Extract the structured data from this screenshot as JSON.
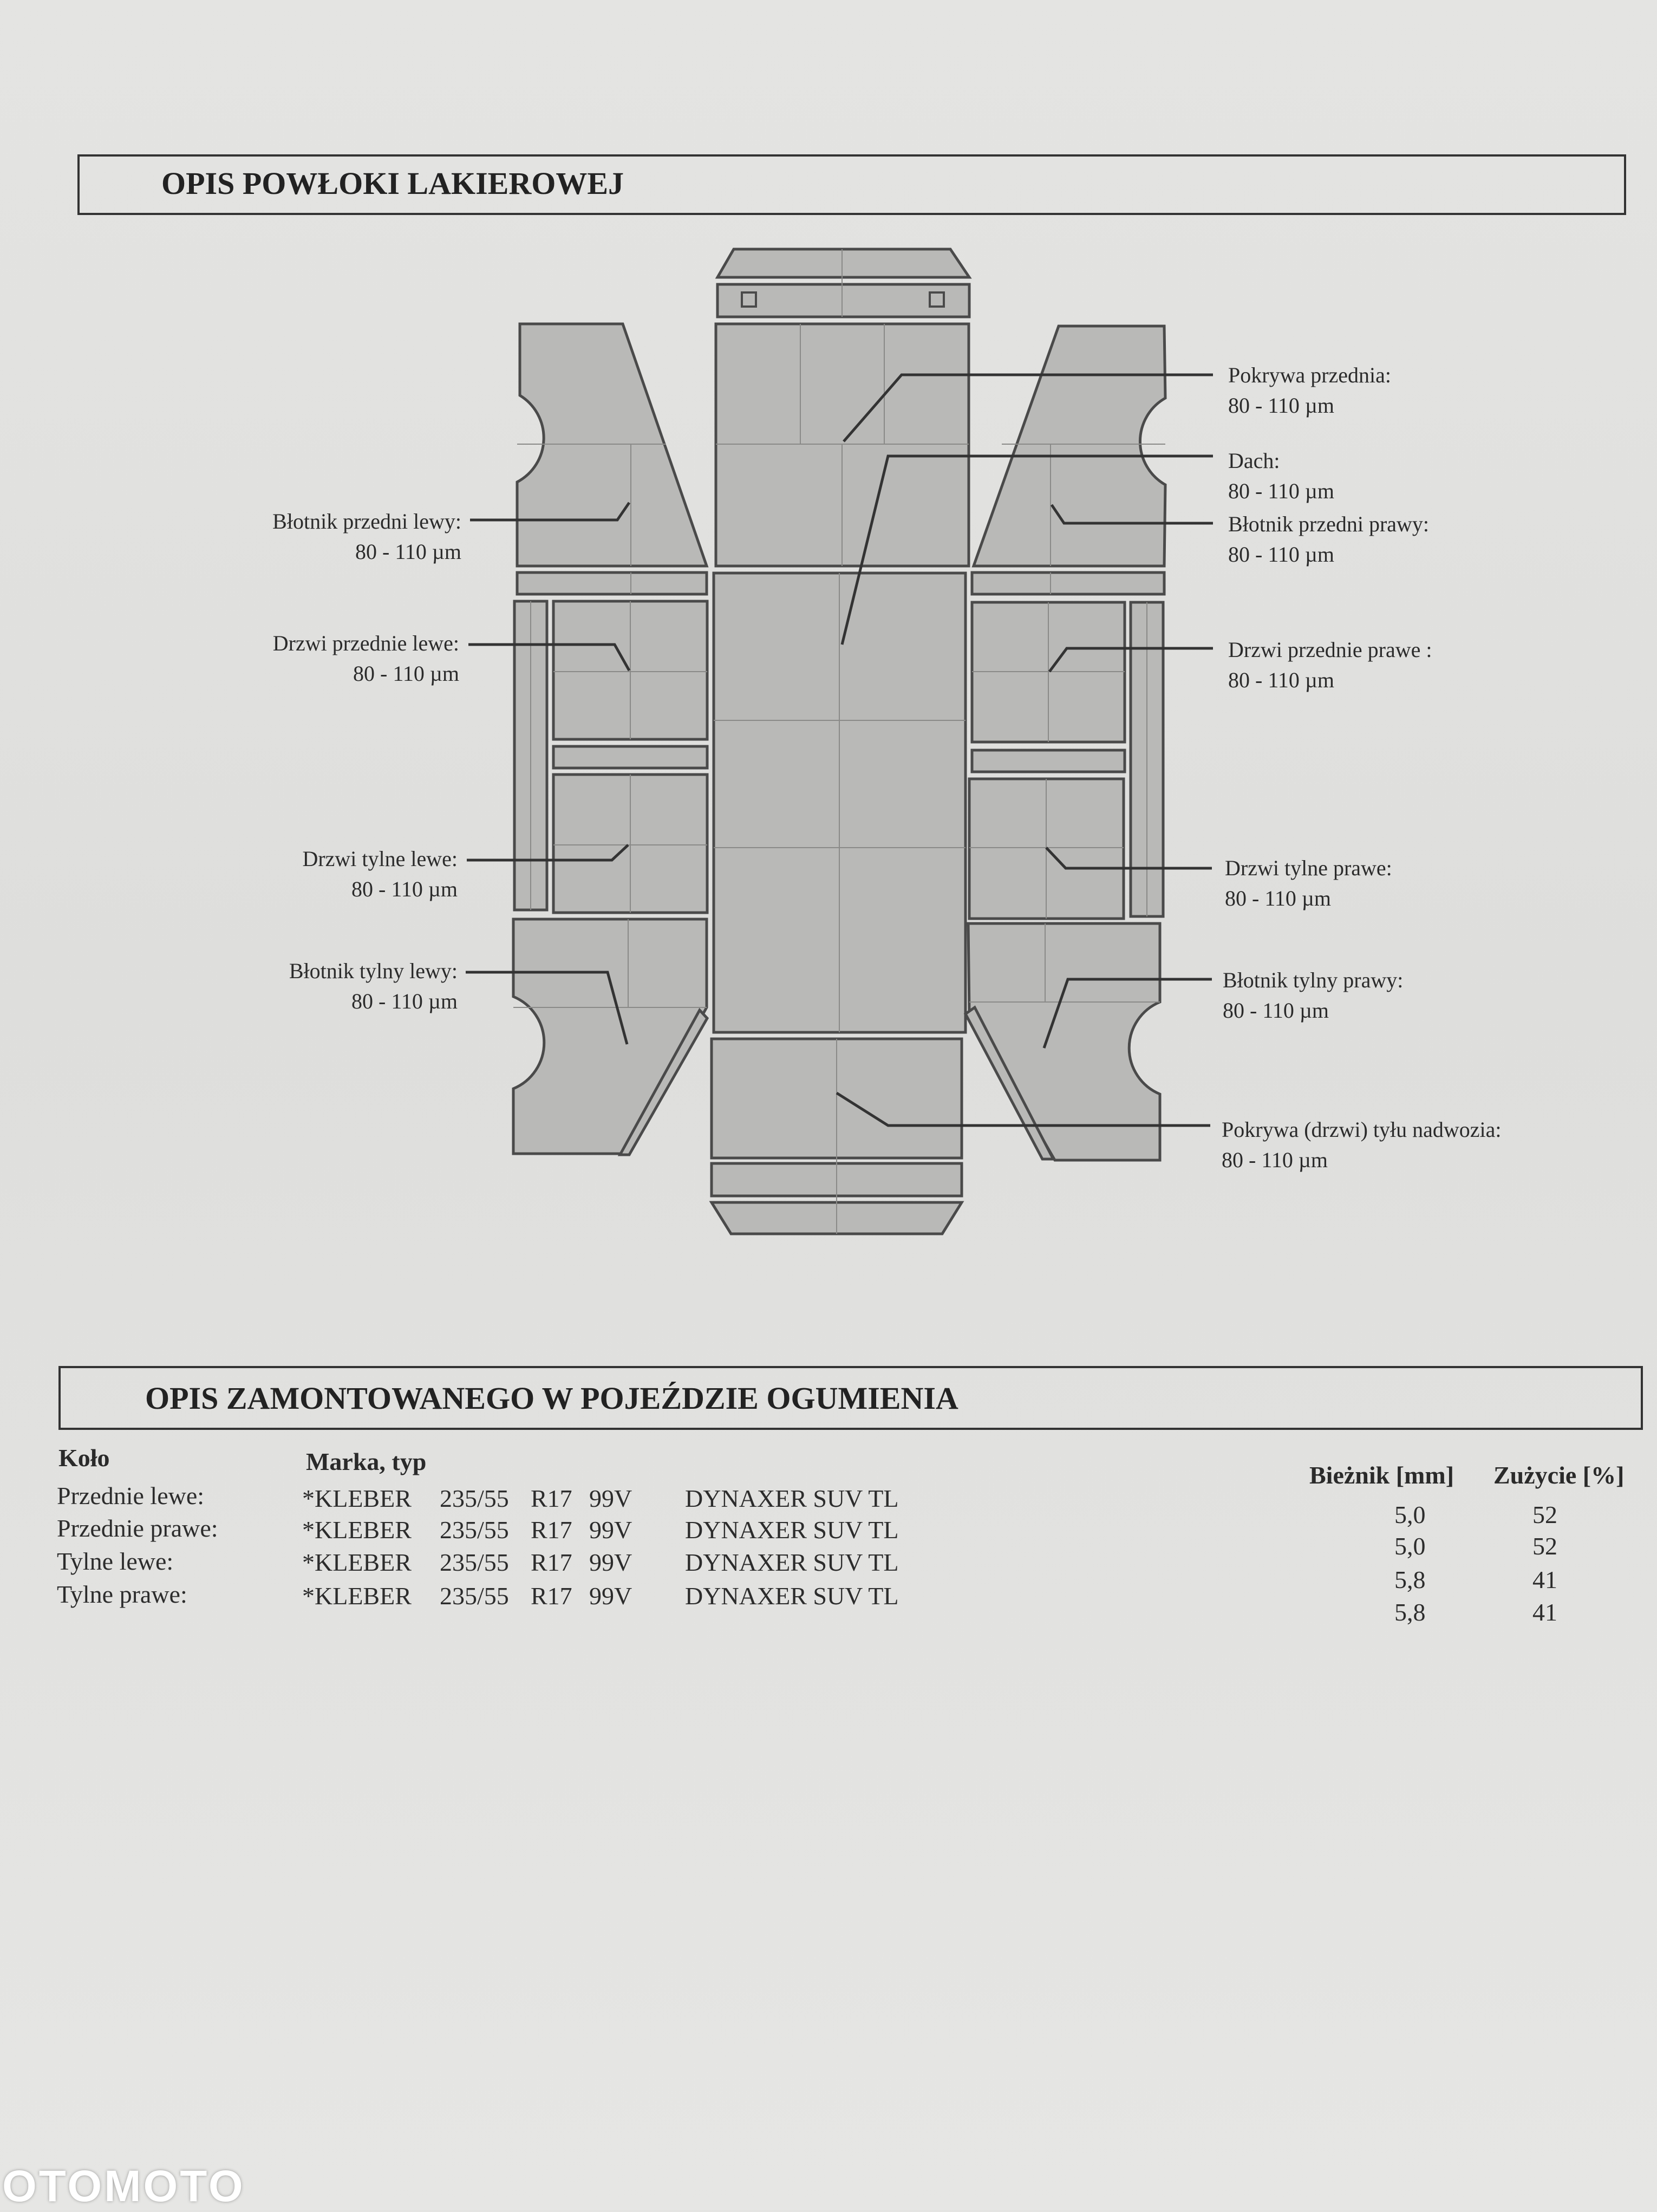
{
  "paint": {
    "title": "OPIS POWŁOKI LAKIEROWEJ",
    "labels": {
      "front_hood": {
        "name": "Pokrywa przednia:",
        "value": "80 - 110 µm"
      },
      "roof": {
        "name": "Dach:",
        "value": "80 - 110 µm"
      },
      "front_fender_left": {
        "name": "Błotnik przedni lewy:",
        "value": "80 - 110 µm"
      },
      "front_fender_right": {
        "name": "Błotnik przedni prawy:",
        "value": "80 - 110 µm"
      },
      "front_door_left": {
        "name": "Drzwi przednie lewe:",
        "value": "80 - 110 µm"
      },
      "front_door_right": {
        "name": "Drzwi przednie prawe :",
        "value": "80 - 110 µm"
      },
      "rear_door_left": {
        "name": "Drzwi tylne lewe:",
        "value": "80 - 110 µm"
      },
      "rear_door_right": {
        "name": "Drzwi tylne prawe:",
        "value": "80 - 110 µm"
      },
      "rear_fender_left": {
        "name": "Błotnik tylny lewy:",
        "value": "80 - 110 µm"
      },
      "rear_fender_right": {
        "name": "Błotnik tylny prawy:",
        "value": "80 - 110 µm"
      },
      "trunk": {
        "name": "Pokrywa (drzwi) tyłu nadwozia:",
        "value": "80 - 110 µm"
      }
    }
  },
  "tires": {
    "title": "OPIS ZAMONTOWANEGO W POJEŹDZIE OGUMIENIA",
    "headers": {
      "wheel": "Koło",
      "brand": "Marka, typ",
      "tread": "Bieżnik [mm]",
      "wear": "Zużycie [%]"
    },
    "rows": [
      {
        "wheel": "Przednie lewe:",
        "brand": "*KLEBER",
        "size": "235/55",
        "rim": "R17",
        "index": "99V",
        "model": "DYNAXER SUV TL",
        "tread": "5,0",
        "wear": "52"
      },
      {
        "wheel": "Przednie prawe:",
        "brand": "*KLEBER",
        "size": "235/55",
        "rim": "R17",
        "index": "99V",
        "model": "DYNAXER SUV TL",
        "tread": "5,0",
        "wear": "52"
      },
      {
        "wheel": "Tylne lewe:",
        "brand": "*KLEBER",
        "size": "235/55",
        "rim": "R17",
        "index": "99V",
        "model": "DYNAXER SUV TL",
        "tread": "5,8",
        "wear": "41"
      },
      {
        "wheel": "Tylne prawe:",
        "brand": "*KLEBER",
        "size": "235/55",
        "rim": "R17",
        "index": "99V",
        "model": "DYNAXER SUV TL",
        "tread": "5,8",
        "wear": "41"
      }
    ]
  },
  "watermark": "OTOMOTO",
  "colors": {
    "panel_fill": "#b9b9b7",
    "panel_stroke": "#4a4a4a",
    "leader": "#333333"
  }
}
